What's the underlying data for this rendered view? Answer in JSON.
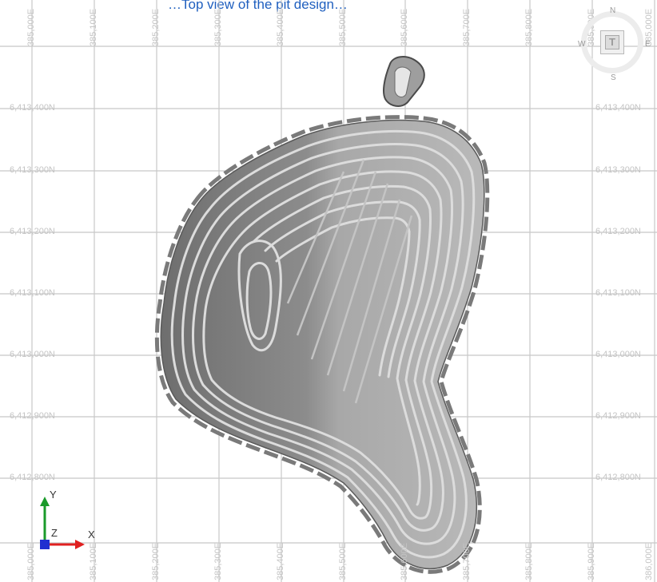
{
  "caption": "…Top view of the pit design…",
  "northing_labels": [
    "6,413,400N",
    "6,413,300N",
    "6,413,200N",
    "6,413,100N",
    "6,413,000N",
    "6,412,900N",
    "6,412,800N"
  ],
  "easting_labels_top": [
    "385,000E",
    "385,100E",
    "385,200E",
    "385,300E",
    "385,400E",
    "385,500E",
    "385,600E",
    "385,700E",
    "385,800E",
    "385,900E",
    "385,000E"
  ],
  "easting_labels_bottom": [
    "385,000E",
    "385,100E",
    "385,200E",
    "385,300E",
    "385,400E",
    "385,500E",
    "385,600E",
    "385,700E",
    "385,800E",
    "385,900E",
    "386,000E"
  ],
  "compass": {
    "n": "N",
    "s": "S",
    "w": "W",
    "e": "E",
    "view": "T"
  },
  "axes": {
    "x": "X",
    "y": "Y",
    "z": "Z"
  },
  "colors": {
    "grid": "#c8c8c8",
    "pit_dark": "#6b6b6b",
    "pit_light": "#bdbdbd",
    "x_axis": "#e02020",
    "y_axis": "#1a9a2a",
    "z_axis": "#2030d0"
  }
}
